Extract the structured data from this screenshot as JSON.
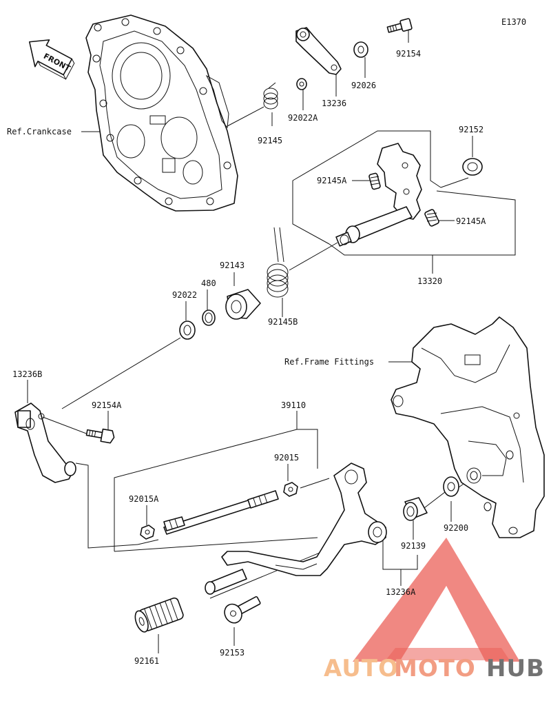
{
  "diagram_code": "E1370",
  "front_label": "FRONT",
  "refs": {
    "crankcase": "Ref.Crankcase",
    "frame_fittings": "Ref.Frame Fittings"
  },
  "parts": {
    "p92154": "92154",
    "p92026": "92026",
    "p13236": "13236",
    "p92022A": "92022A",
    "p92145": "92145",
    "p92152": "92152",
    "p92145A_1": "92145A",
    "p92145A_2": "92145A",
    "p13320": "13320",
    "p92143": "92143",
    "p480": "480",
    "p92022": "92022",
    "p92145B": "92145B",
    "p13236B": "13236B",
    "p92154A": "92154A",
    "p39110": "39110",
    "p92015": "92015",
    "p92015A": "92015A",
    "p92200": "92200",
    "p92139": "92139",
    "p13236A": "13236A",
    "p92161": "92161",
    "p92153": "92153"
  },
  "watermark": {
    "part1": "AUTO",
    "part2": "MOTO",
    "part3": "HUB",
    "color_auto": "#f5b27a",
    "color_moto": "#f08c6e",
    "color_hub": "#5a5a5a",
    "triangle_color": "#e8453c"
  }
}
